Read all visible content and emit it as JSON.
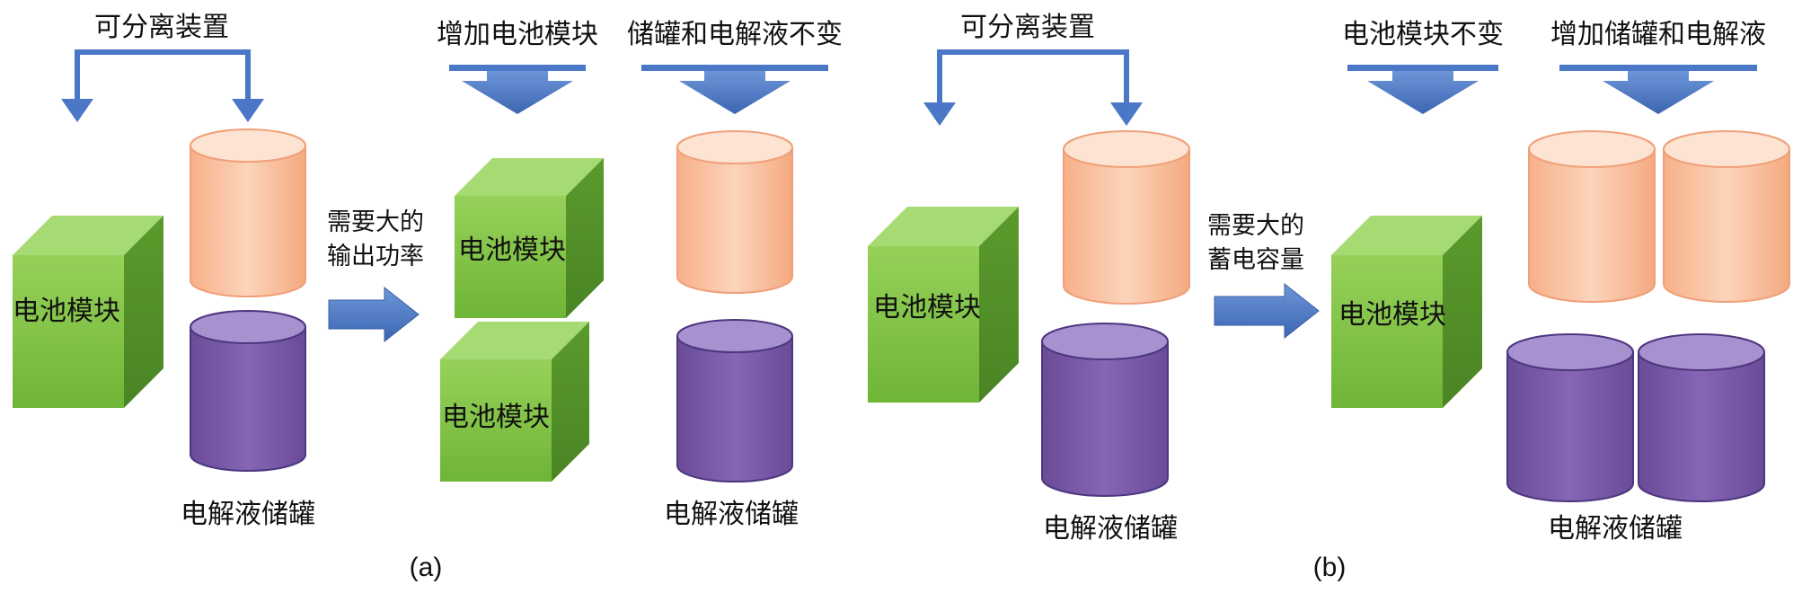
{
  "colors": {
    "arrow": "#4a78c6",
    "cube_front": "#7cc443",
    "cube_top": "#a6da72",
    "cube_side": "#5d9a2f",
    "cylinder_orange": "#f6b894",
    "cylinder_purple": "#7656a5"
  },
  "icons": {
    "cube": "battery-module-cube-icon",
    "cylinder": "storage-tank-cylinder-icon",
    "arrow": "block-arrow-icon"
  },
  "panel_a": {
    "separable": "可分离装置",
    "battery_module": "电池模块",
    "tank": "电解液储罐",
    "need": "需要大的",
    "need_detail": "输出功率",
    "increase_modules": "增加电池模块",
    "tanks_unchanged": "储罐和电解液不变",
    "caption": "(a)"
  },
  "panel_b": {
    "separable": "可分离装置",
    "battery_module": "电池模块",
    "tank": "电解液储罐",
    "need": "需要大的",
    "need_detail": "蓄电容量",
    "modules_unchanged": "电池模块不变",
    "increase_tanks": "增加储罐和电解液",
    "caption": "(b)"
  }
}
